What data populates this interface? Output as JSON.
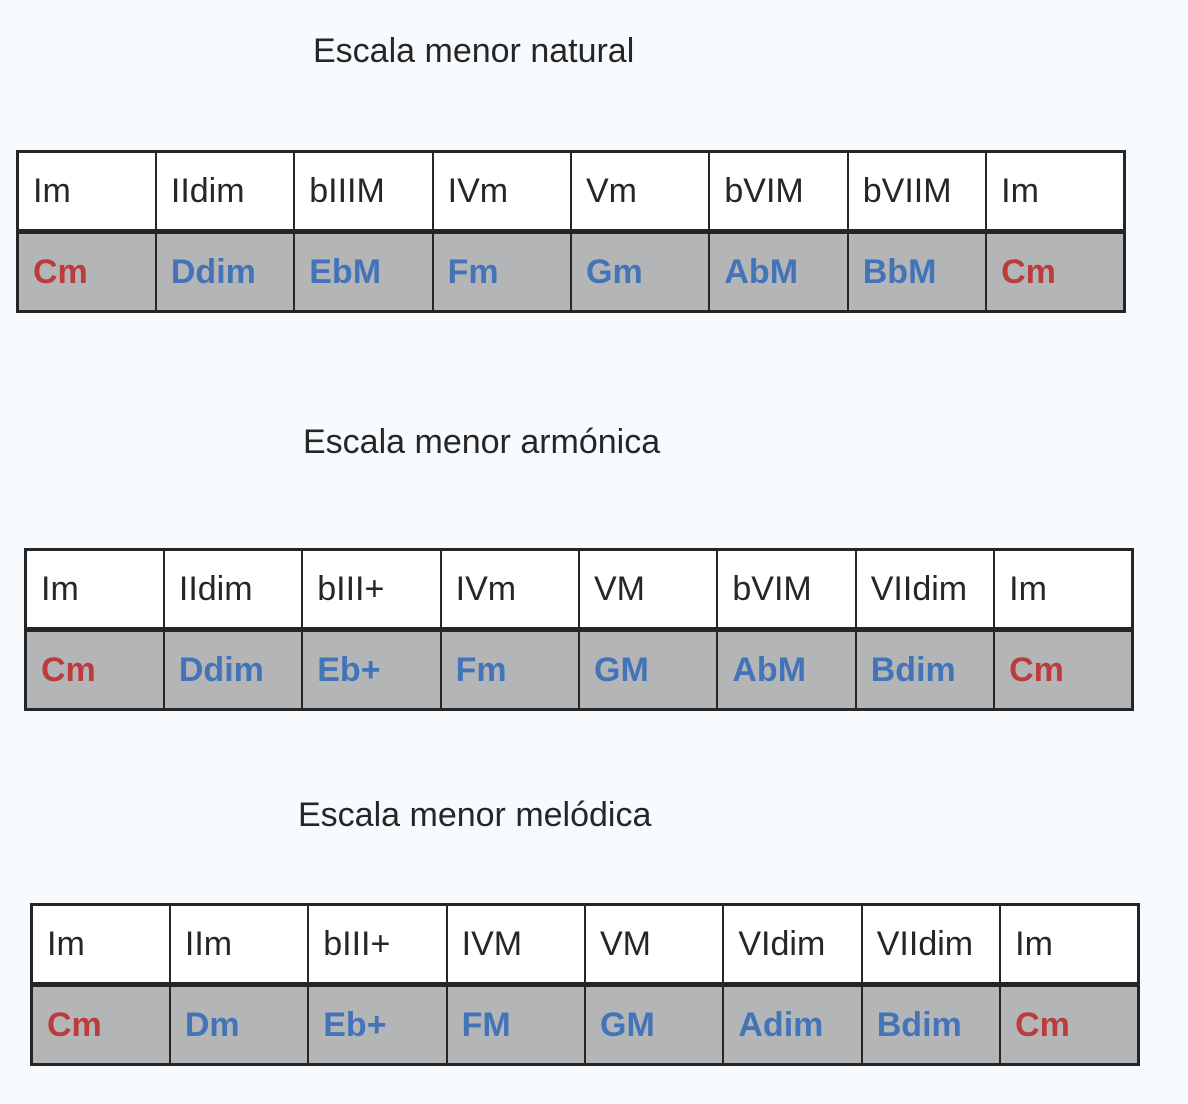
{
  "colors": {
    "tonic_chord": "#bc3b3b",
    "other_chord": "#4474b8",
    "chord_row_background": "#b3b5b7",
    "degree_row_background": "#ffffff",
    "page_background": "#f8fbfd"
  },
  "scales": [
    {
      "title": "Escala menor natural",
      "degrees": [
        "Im",
        "IIdim",
        "bIIIM",
        "IVm",
        "Vm",
        "bVIM",
        "bVIIM",
        "Im"
      ],
      "chords": [
        "Cm",
        "Ddim",
        "EbM",
        "Fm",
        "Gm",
        "AbM",
        "BbM",
        "Cm"
      ]
    },
    {
      "title": "Escala menor armónica",
      "degrees": [
        "Im",
        "IIdim",
        "bIII+",
        "IVm",
        "VM",
        "bVIM",
        "VIIdim",
        "Im"
      ],
      "chords": [
        "Cm",
        "Ddim",
        "Eb+",
        "Fm",
        "GM",
        "AbM",
        "Bdim",
        "Cm"
      ]
    },
    {
      "title": "Escala menor melódica",
      "degrees": [
        "Im",
        "IIm",
        "bIII+",
        "IVM",
        "VM",
        "VIdim",
        "VIIdim",
        "Im"
      ],
      "chords": [
        "Cm",
        "Dm",
        "Eb+",
        "FM",
        "GM",
        "Adim",
        "Bdim",
        "Cm"
      ]
    }
  ]
}
